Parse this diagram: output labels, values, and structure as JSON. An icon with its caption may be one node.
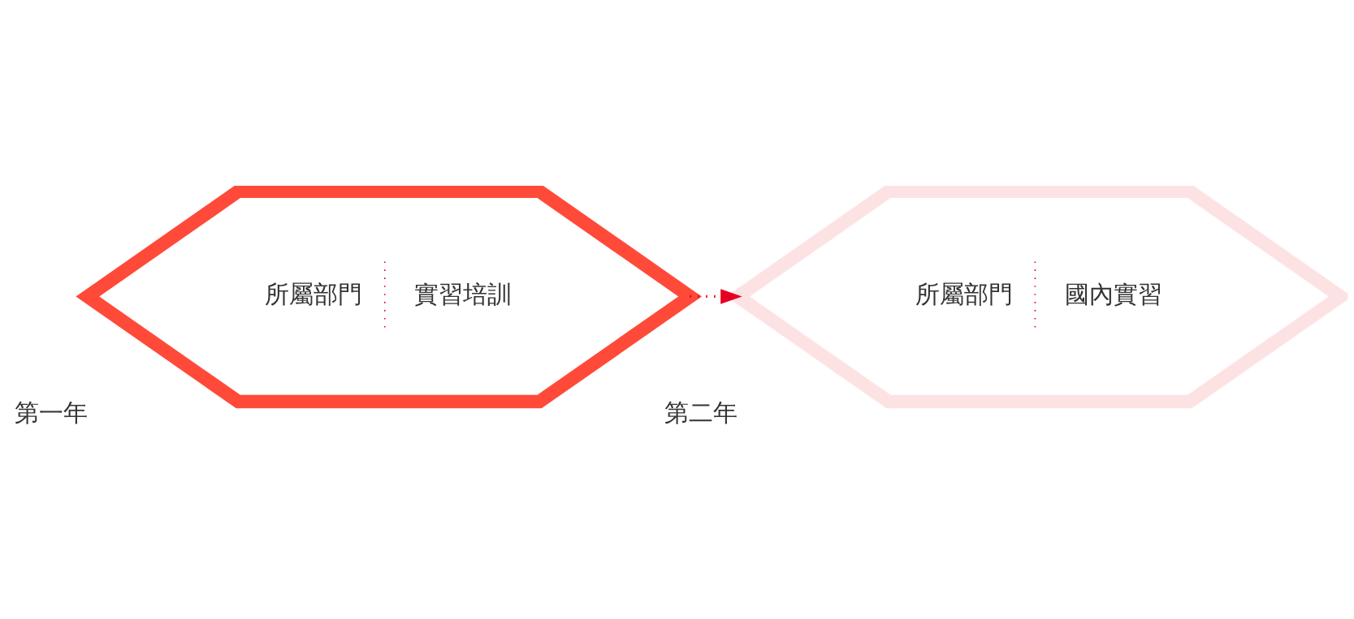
{
  "diagram": {
    "nodes": [
      {
        "text": [
          "所屬部門",
          "實習培訓"
        ],
        "beside": [
          "第一年"
        ]
      },
      {
        "text": [
          "所屬部門",
          "國內實習"
        ],
        "beside": [
          "第二年"
        ]
      }
    ],
    "edges": [
      {
        "from": 0,
        "to": 1,
        "arrow": "to",
        "style": "dashed"
      }
    ]
  }
}
